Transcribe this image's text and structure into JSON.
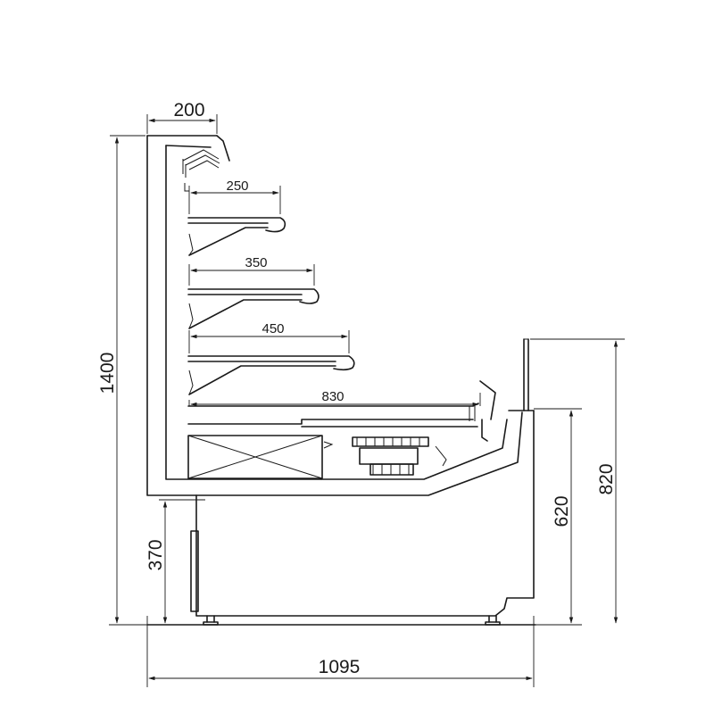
{
  "dimensions": {
    "depth_top": "200",
    "total_height": "1400",
    "base_height": "370",
    "counter_height": "620",
    "glass_height": "820",
    "total_depth": "1095"
  },
  "shelves": [
    {
      "label": "250"
    },
    {
      "label": "350"
    },
    {
      "label": "450"
    },
    {
      "label": "830"
    }
  ]
}
